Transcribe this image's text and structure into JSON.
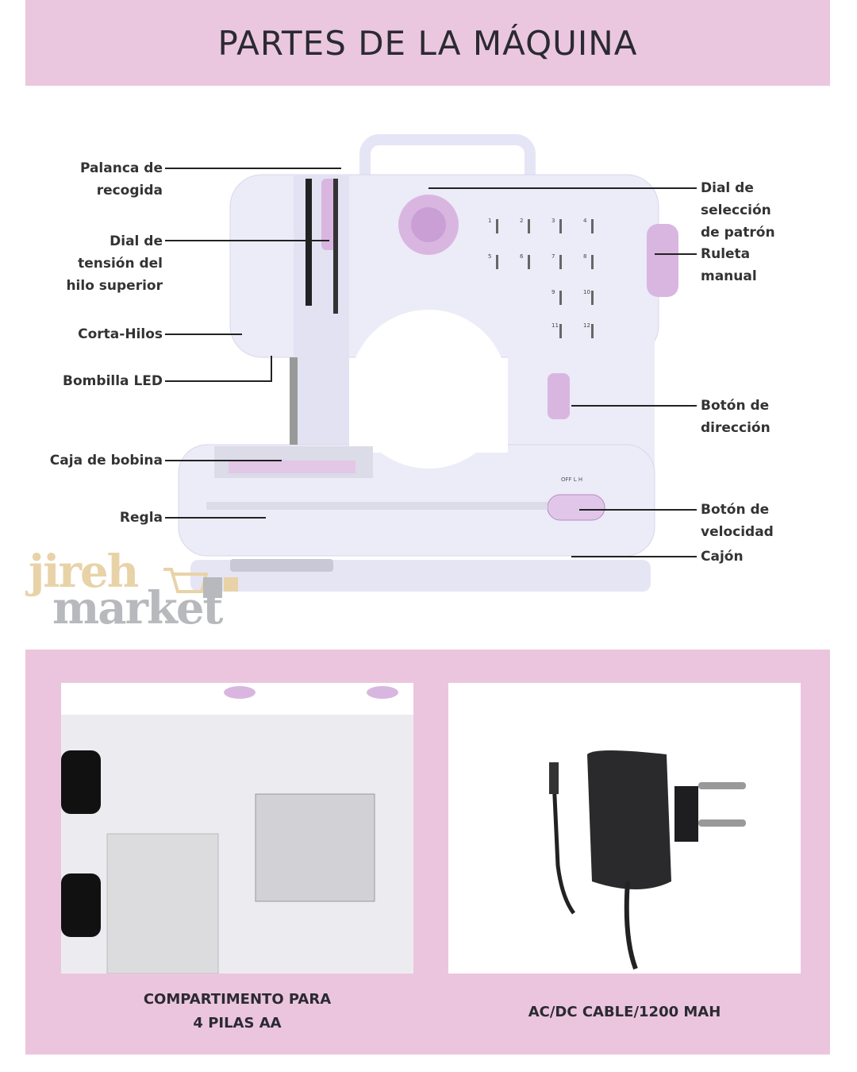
{
  "header": {
    "title": "PARTES DE LA MÁQUINA"
  },
  "parts_left": [
    {
      "label": "Palanca de\nrecogida"
    },
    {
      "label": "Dial de\ntensión del\nhilo superior"
    },
    {
      "label": "Corta-Hilos"
    },
    {
      "label": "Bombilla LED"
    },
    {
      "label": "Caja de bobina"
    },
    {
      "label": "Regla"
    }
  ],
  "parts_right": [
    {
      "label": "Dial de\nselección\nde patrón"
    },
    {
      "label": "Ruleta\nmanual"
    },
    {
      "label": "Botón de\ndirección"
    },
    {
      "label": "Botón de\nvelocidad"
    },
    {
      "label": "Cajón"
    }
  ],
  "machine": {
    "speed_switch": "OFF L H",
    "stitch_numbers": [
      "1",
      "2",
      "3",
      "4",
      "5",
      "6",
      "7",
      "8",
      "9",
      "10",
      "11",
      "12"
    ]
  },
  "logo": {
    "line1": "jireh",
    "line2": "market"
  },
  "features": [
    {
      "caption": "COMPARTIMENTO PARA\n4 PILAS AA"
    },
    {
      "caption": "AC/DC CABLE/1200 MAH"
    }
  ],
  "colors": {
    "pink": "#ebc7df",
    "lilac": "#d9b6e0",
    "machine": "#ecebf8",
    "text": "#2b2a33",
    "logo_gold": "#e8d3a8",
    "logo_gray": "#b7b9bd"
  }
}
